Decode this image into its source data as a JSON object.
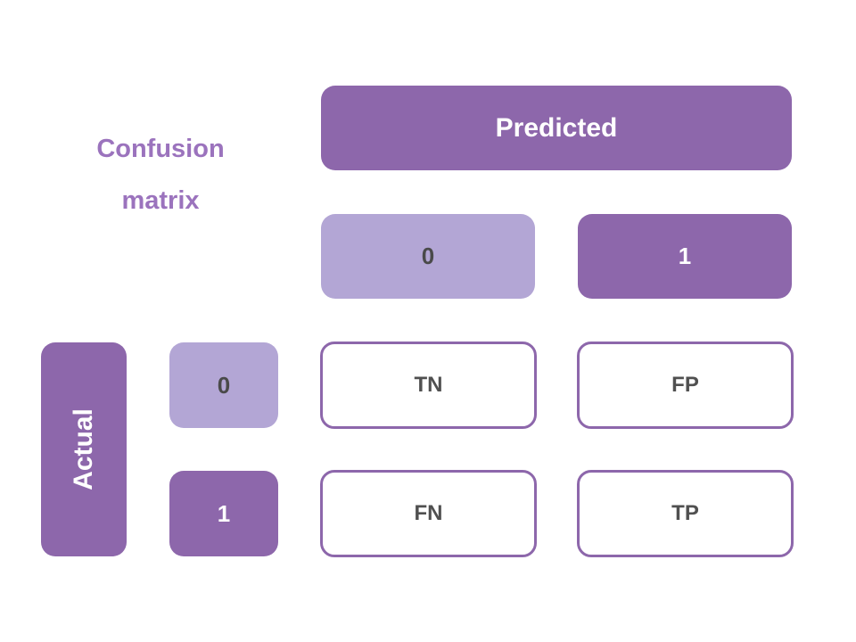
{
  "title_lines": [
    "Confusion",
    "matrix"
  ],
  "predicted": {
    "header": "Predicted",
    "labels": [
      "0",
      "1"
    ]
  },
  "actual": {
    "header": "Actual",
    "labels": [
      "0",
      "1"
    ]
  },
  "cells": {
    "tn": "TN",
    "fp": "FP",
    "fn": "FN",
    "tp": "TP"
  },
  "colors": {
    "dark_purple": "#8d67ab",
    "light_purple": "#b3a6d5",
    "title_purple": "#9b73bd"
  }
}
